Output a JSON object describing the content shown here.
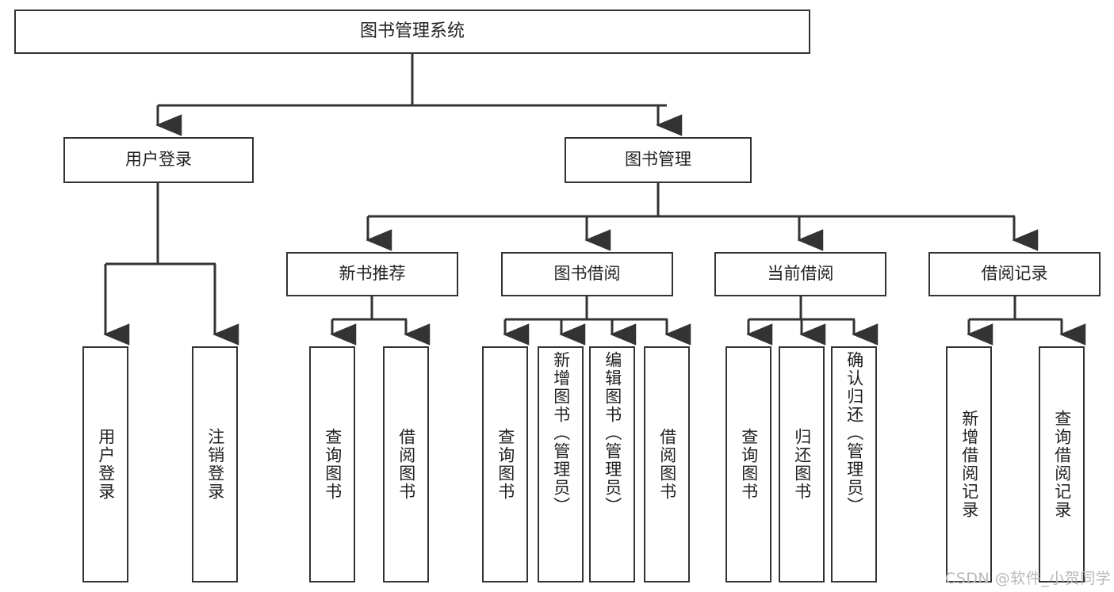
{
  "diagram": {
    "title": "图书管理系统",
    "type": "hierarchy-tree",
    "root": {
      "label": "图书管理系统"
    },
    "level1": [
      {
        "label": "用户登录"
      },
      {
        "label": "图书管理"
      }
    ],
    "level2": [
      {
        "label": "新书推荐"
      },
      {
        "label": "图书借阅"
      },
      {
        "label": "当前借阅"
      },
      {
        "label": "借阅记录"
      }
    ],
    "leaves": {
      "user_login": [
        {
          "label": "用户登录"
        },
        {
          "label": "注销登录"
        }
      ],
      "new_book_recommend": [
        {
          "label": "查询图书"
        },
        {
          "label": "借阅图书"
        }
      ],
      "book_borrow": [
        {
          "label": "查询图书"
        },
        {
          "label": "新增图书（管理员）"
        },
        {
          "label": "编辑图书（管理员）"
        },
        {
          "label": "借阅图书"
        }
      ],
      "current_borrow": [
        {
          "label": "查询图书"
        },
        {
          "label": "归还图书"
        },
        {
          "label": "确认归还（管理员）"
        }
      ],
      "borrow_records": [
        {
          "label": "新增借阅记录"
        },
        {
          "label": "查询借阅记录"
        }
      ]
    }
  },
  "watermark": {
    "text": "CSDN @软件_小贺同学"
  },
  "colors": {
    "box_border": "#333333",
    "box_fill": "#ffffff",
    "edge": "#333333",
    "text": "#222222",
    "watermark": "#b9b9b9",
    "page_background": "#ffffff"
  }
}
